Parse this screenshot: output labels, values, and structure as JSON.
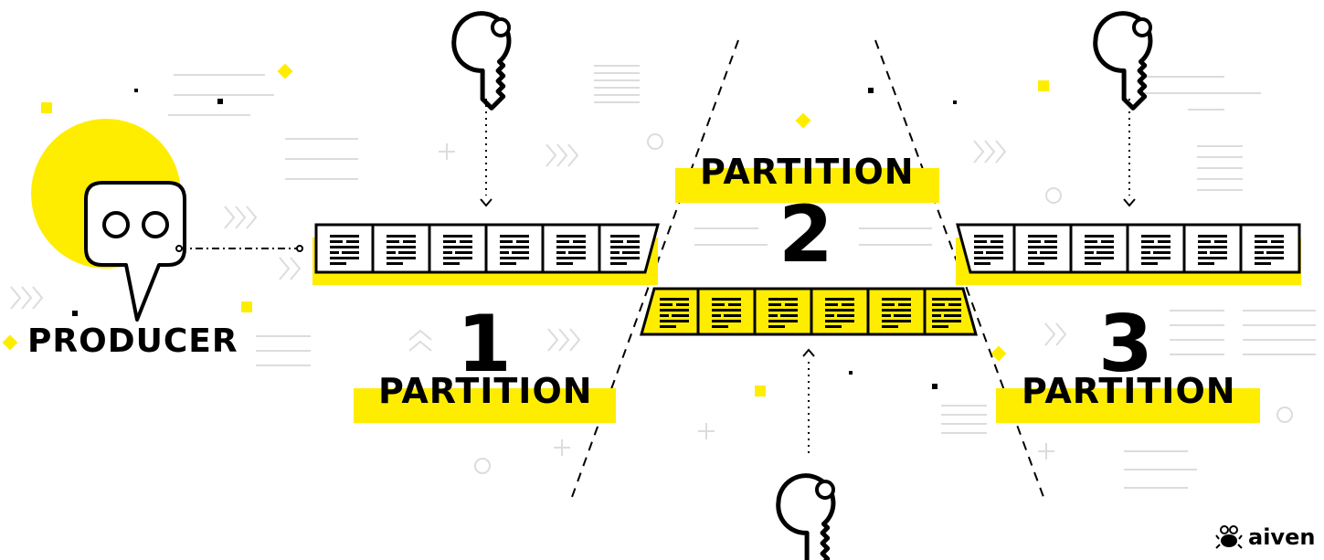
{
  "producer": {
    "label": "PRODUCER"
  },
  "partitions": [
    {
      "word": "PARTITION",
      "number": "1"
    },
    {
      "word": "PARTITION",
      "number": "2"
    },
    {
      "word": "PARTITION",
      "number": "3"
    }
  ],
  "brand": {
    "name": "aiven"
  },
  "colors": {
    "accent": "#FFED00",
    "ink": "#000000",
    "decor": "#DCDCDC"
  },
  "icons": [
    "key-icon",
    "producer-bot-icon",
    "message-doc-icon",
    "aiven-crab-logo-icon",
    "chevron-arrow-icon"
  ]
}
